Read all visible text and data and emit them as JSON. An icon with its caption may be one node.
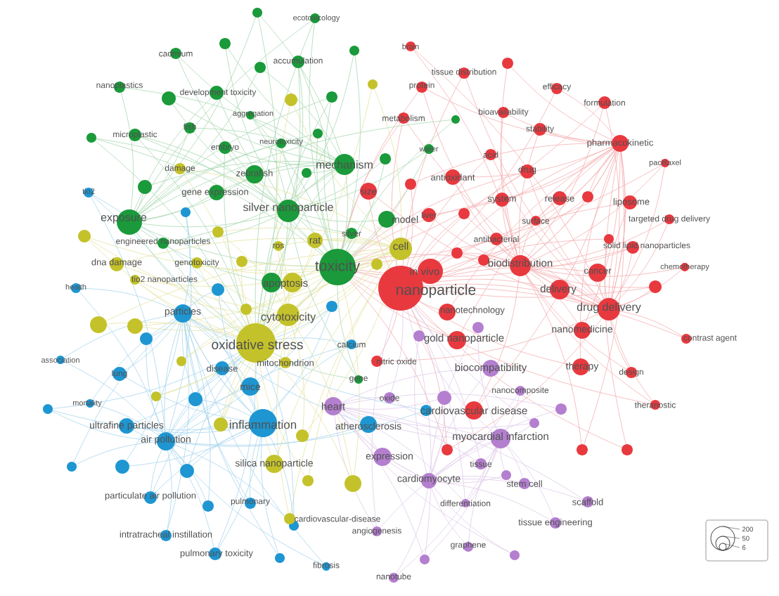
{
  "diagram": {
    "labels": [
      "ecotoxicology",
      "brain",
      "cadmium",
      "accumulation",
      "tissue distribution",
      "nanoplastics",
      "protein",
      "efficacy",
      "development toxicity",
      "formulation",
      "bioavailability",
      "aggregation",
      "metabolism",
      "fish",
      "stability",
      "microplastic",
      "neurotoxicity",
      "pharmacokinetic",
      "embryo",
      "water",
      "acid",
      "paclitaxel",
      "mechanism",
      "damage",
      "drug",
      "zebrafish",
      "antioxidant",
      "tio2",
      "size",
      "gene expression",
      "system",
      "release",
      "liposome",
      "silver nanoparticle",
      "liver",
      "model",
      "exposure",
      "targeted drug delivery",
      "surface",
      "silver",
      "antibacterial",
      "rat",
      "engineered nanoparticles",
      "ros",
      "cell",
      "solid lipid nanoparticles",
      "biodistribution",
      "dna damage",
      "genotoxicity",
      "chemotherapy",
      "toxicity",
      "in vivo",
      "cancer",
      "apoptosis",
      "tio2 nanoparticles",
      "health",
      "delivery",
      "nanoparticle",
      "drug delivery",
      "nanotechnology",
      "particles",
      "cytotoxicity",
      "nanomedicine",
      "gold nanoparticle",
      "contrast agent",
      "oxidative stress",
      "calcium",
      "association",
      "nitric oxide",
      "mitochondrion",
      "biocompatibility",
      "therapy",
      "disease",
      "design",
      "lung",
      "gene",
      "mice",
      "nanocomposite",
      "oxide",
      "mortality",
      "heart",
      "theranostic",
      "cardiovascular disease",
      "inflammation",
      "ultrafine particles",
      "atherosclerosis",
      "myocardial infarction",
      "air pollution",
      "expression",
      "silica nanoparticle",
      "tissue",
      "cardiomyocyte",
      "stem cell",
      "particulate air pollution",
      "scaffold",
      "pulmonary",
      "differentiation",
      "cardiovascular-disease",
      "tissue engineering",
      "angiogenesis",
      "intratracheal instillation",
      "graphene",
      "pulmonary toxicity",
      "fibrosis",
      "nanotube",
      "200",
      "50",
      "6"
    ]
  }
}
